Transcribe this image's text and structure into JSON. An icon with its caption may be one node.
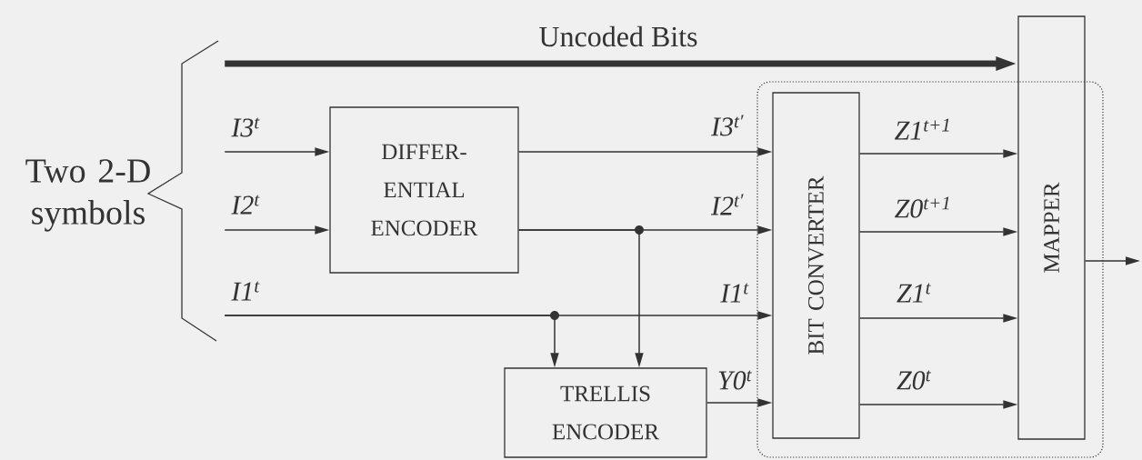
{
  "diagram": {
    "nodes": [
      {
        "text": [
          "DIFFER- ENTIAL ENCODER"
        ]
      },
      {
        "text": [
          "TRELLIS ENCODER"
        ]
      },
      {
        "text": [
          "BIT CONVERTER"
        ]
      },
      {
        "text": [
          "MAPPER"
        ]
      },
      {
        "text": [
          "Two 2-D symbols"
        ]
      }
    ],
    "edges": [
      {
        "from": 4,
        "to": 3,
        "arrow": "to",
        "label": "Uncoded Bits",
        "style": "thick"
      },
      {
        "from": 4,
        "to": 0,
        "arrow": "to",
        "label": "I3$^{t}$"
      },
      {
        "from": 4,
        "to": 0,
        "arrow": "to",
        "label": "I2$^{t}$"
      },
      {
        "from": 4,
        "to": 2,
        "arrow": "to",
        "label": "I1$^{t}$"
      },
      {
        "from": 4,
        "to": 1,
        "arrow": "to"
      },
      {
        "from": 0,
        "to": 2,
        "arrow": "to",
        "label": "I3$^{t′}$"
      },
      {
        "from": 0,
        "to": 2,
        "arrow": "to",
        "label": "I2$^{t′}$"
      },
      {
        "from": 0,
        "to": 1,
        "arrow": "to"
      },
      {
        "from": 1,
        "to": 2,
        "arrow": "to",
        "label": "Y0$^{t}$"
      },
      {
        "from": 2,
        "to": 3,
        "arrow": "to",
        "label": "Z1$^{t+1}$"
      },
      {
        "from": 2,
        "to": 3,
        "arrow": "to",
        "label": "Z0$^{t+1}$"
      },
      {
        "from": 2,
        "to": 3,
        "arrow": "to",
        "label": "Z1$^{t}$"
      },
      {
        "from": 2,
        "to": 3,
        "arrow": "to",
        "label": "Z0$^{t}$"
      },
      {
        "from": 3,
        "to": null,
        "arrow": "to"
      }
    ],
    "labels": [
      "I1$^{t}$"
    ]
  }
}
